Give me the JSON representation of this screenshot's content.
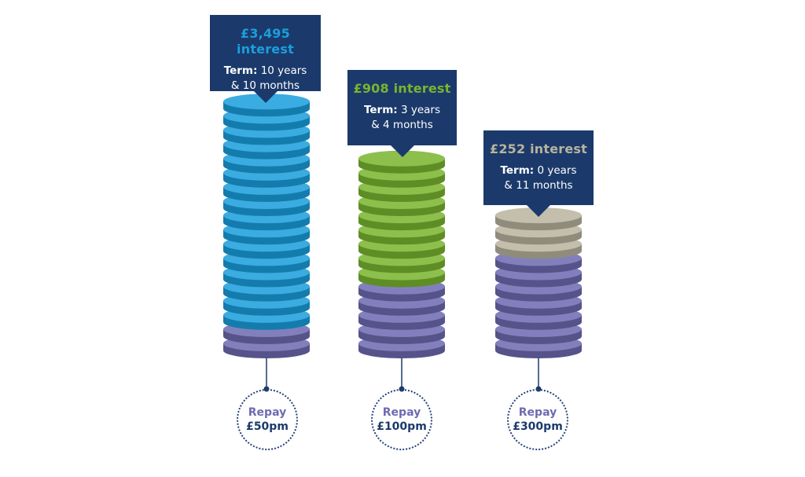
{
  "chart_data": {
    "type": "bar",
    "categories": [
      "£50pm",
      "£100pm",
      "£300pm"
    ],
    "series": [
      {
        "values": [
          2,
          5,
          7
        ]
      },
      {
        "values": [
          16,
          9,
          3
        ]
      }
    ],
    "callouts": [
      {
        "amount": "£3,495",
        "suffix": " interest",
        "term_label": "Term:",
        "term_line1": "10 years",
        "term_line2": "& 10 months"
      },
      {
        "amount": "£908",
        "suffix": " interest",
        "term_label": "Term:",
        "term_line1": "3 years",
        "term_line2": "& 4 months"
      },
      {
        "amount": "£252",
        "suffix": " interest",
        "term_label": "Term:",
        "term_line1": "0 years",
        "term_line2": "& 11 months"
      }
    ],
    "repay": [
      {
        "line1": "Repay",
        "line2": "£50pm"
      },
      {
        "line1": "Repay",
        "line2": "£100pm"
      },
      {
        "line1": "Repay",
        "line2": "£300pm"
      }
    ],
    "interest_colors": [
      "#1a9fdc",
      "#7ab52f",
      "#b9b49f"
    ],
    "principal_color": "#6e6bb1",
    "callout_color": "#1b3a6b",
    "connector_color": "#1b3a6b"
  }
}
